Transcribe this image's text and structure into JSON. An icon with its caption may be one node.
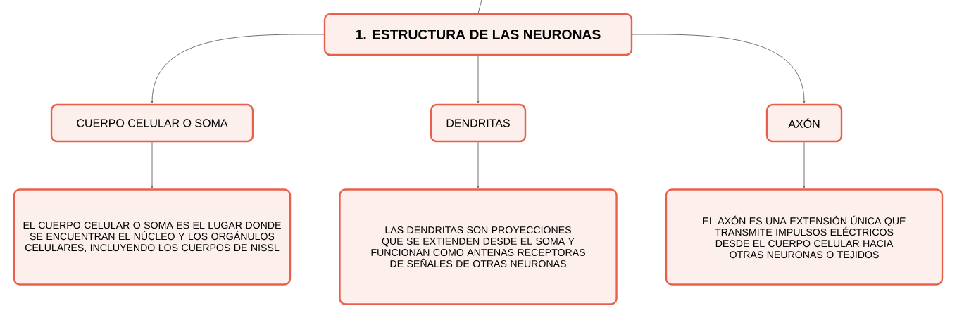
{
  "diagram": {
    "nodes": [
      {
        "text": [
          "1. ESTRUCTURA DE LAS NEURONAS"
        ]
      },
      {
        "text": [
          "CUERPO CELULAR O SOMA"
        ]
      },
      {
        "text": [
          "DENDRITAS"
        ]
      },
      {
        "text": [
          "AXÓN"
        ]
      },
      {
        "text": [
          "EL CUERPO CELULAR O SOMA ES EL LUGAR DONDE SE ENCUENTRAN EL NÚCLEO Y LOS ORGÁNULOS CELULARES, INCLUYENDO LOS CUERPOS DE NISSL"
        ]
      },
      {
        "text": [
          "LAS DENDRITAS SON PROYECCIONES QUE SE EXTIENDEN DESDE EL SOMA Y FUNCIONAN COMO ANTENAS RECEPTORAS DE SEÑALES DE OTRAS NEURONAS"
        ]
      },
      {
        "text": [
          "EL AXÓN ES UNA EXTENSIÓN ÚNICA QUE TRANSMITE IMPULSOS ELÉCTRICOS DESDE EL CUERPO CELULAR HACIA OTRAS NEURONAS O TEJIDOS"
        ]
      }
    ],
    "edges": [
      {
        "from": null,
        "to": 0,
        "arrow": "none"
      },
      {
        "from": 0,
        "to": 1,
        "arrow": "to"
      },
      {
        "from": 0,
        "to": 2,
        "arrow": "to"
      },
      {
        "from": 0,
        "to": 3,
        "arrow": "to"
      },
      {
        "from": 1,
        "to": 4,
        "arrow": "to"
      },
      {
        "from": 2,
        "to": 5,
        "arrow": "to"
      },
      {
        "from": 3,
        "to": 6,
        "arrow": "to"
      }
    ]
  }
}
